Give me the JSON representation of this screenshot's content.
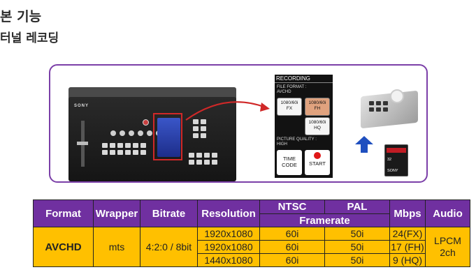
{
  "page": {
    "title": "본 기능",
    "subtitle": "터널 레코딩"
  },
  "device": {
    "brand": "SONY"
  },
  "recording_panel": {
    "header": "RECORDING",
    "file_format_label": "FILE FORMAT :",
    "file_format_value": "AVCHD",
    "formats": [
      {
        "line1": "1080/60i",
        "line2": "FX",
        "selected": false
      },
      {
        "line1": "1080/60i",
        "line2": "FH",
        "selected": true
      },
      {
        "line1": "1080/60i",
        "line2": "HQ",
        "selected": false
      }
    ],
    "picture_quality_label": "PICTURE QUALITY :",
    "picture_quality_value": "HIGH",
    "timecode_line1": "TIME",
    "timecode_line2": "CODE",
    "start_label": "START"
  },
  "sd_card": {
    "brand": "SONY",
    "capacity": "32"
  },
  "colors": {
    "frame_border": "#7b3fa8",
    "table_header": "#7030a0",
    "table_body": "#ffc000",
    "highlight_red": "#d02828"
  },
  "icons": {
    "arrow": "curved-arrow-icon",
    "upload": "up-arrow-icon"
  },
  "spec_table": {
    "headers": {
      "format": "Format",
      "wrapper": "Wrapper",
      "bitrate": "Bitrate",
      "resolution": "Resolution",
      "ntsc": "NTSC",
      "pal": "PAL",
      "framerate": "Framerate",
      "mbps": "Mbps",
      "audio": "Audio"
    },
    "format": "AVCHD",
    "wrapper": "mts",
    "bitrate": "4:2:0 / 8bit",
    "audio_line1": "LPCM",
    "audio_line2": "2ch",
    "rows": [
      {
        "resolution": "1920x1080",
        "ntsc": "60i",
        "pal": "50i",
        "mbps": "24(FX)"
      },
      {
        "resolution": "1920x1080",
        "ntsc": "60i",
        "pal": "50i",
        "mbps": "17 (FH)"
      },
      {
        "resolution": "1440x1080",
        "ntsc": "60i",
        "pal": "50i",
        "mbps": "9 (HQ)"
      }
    ]
  }
}
